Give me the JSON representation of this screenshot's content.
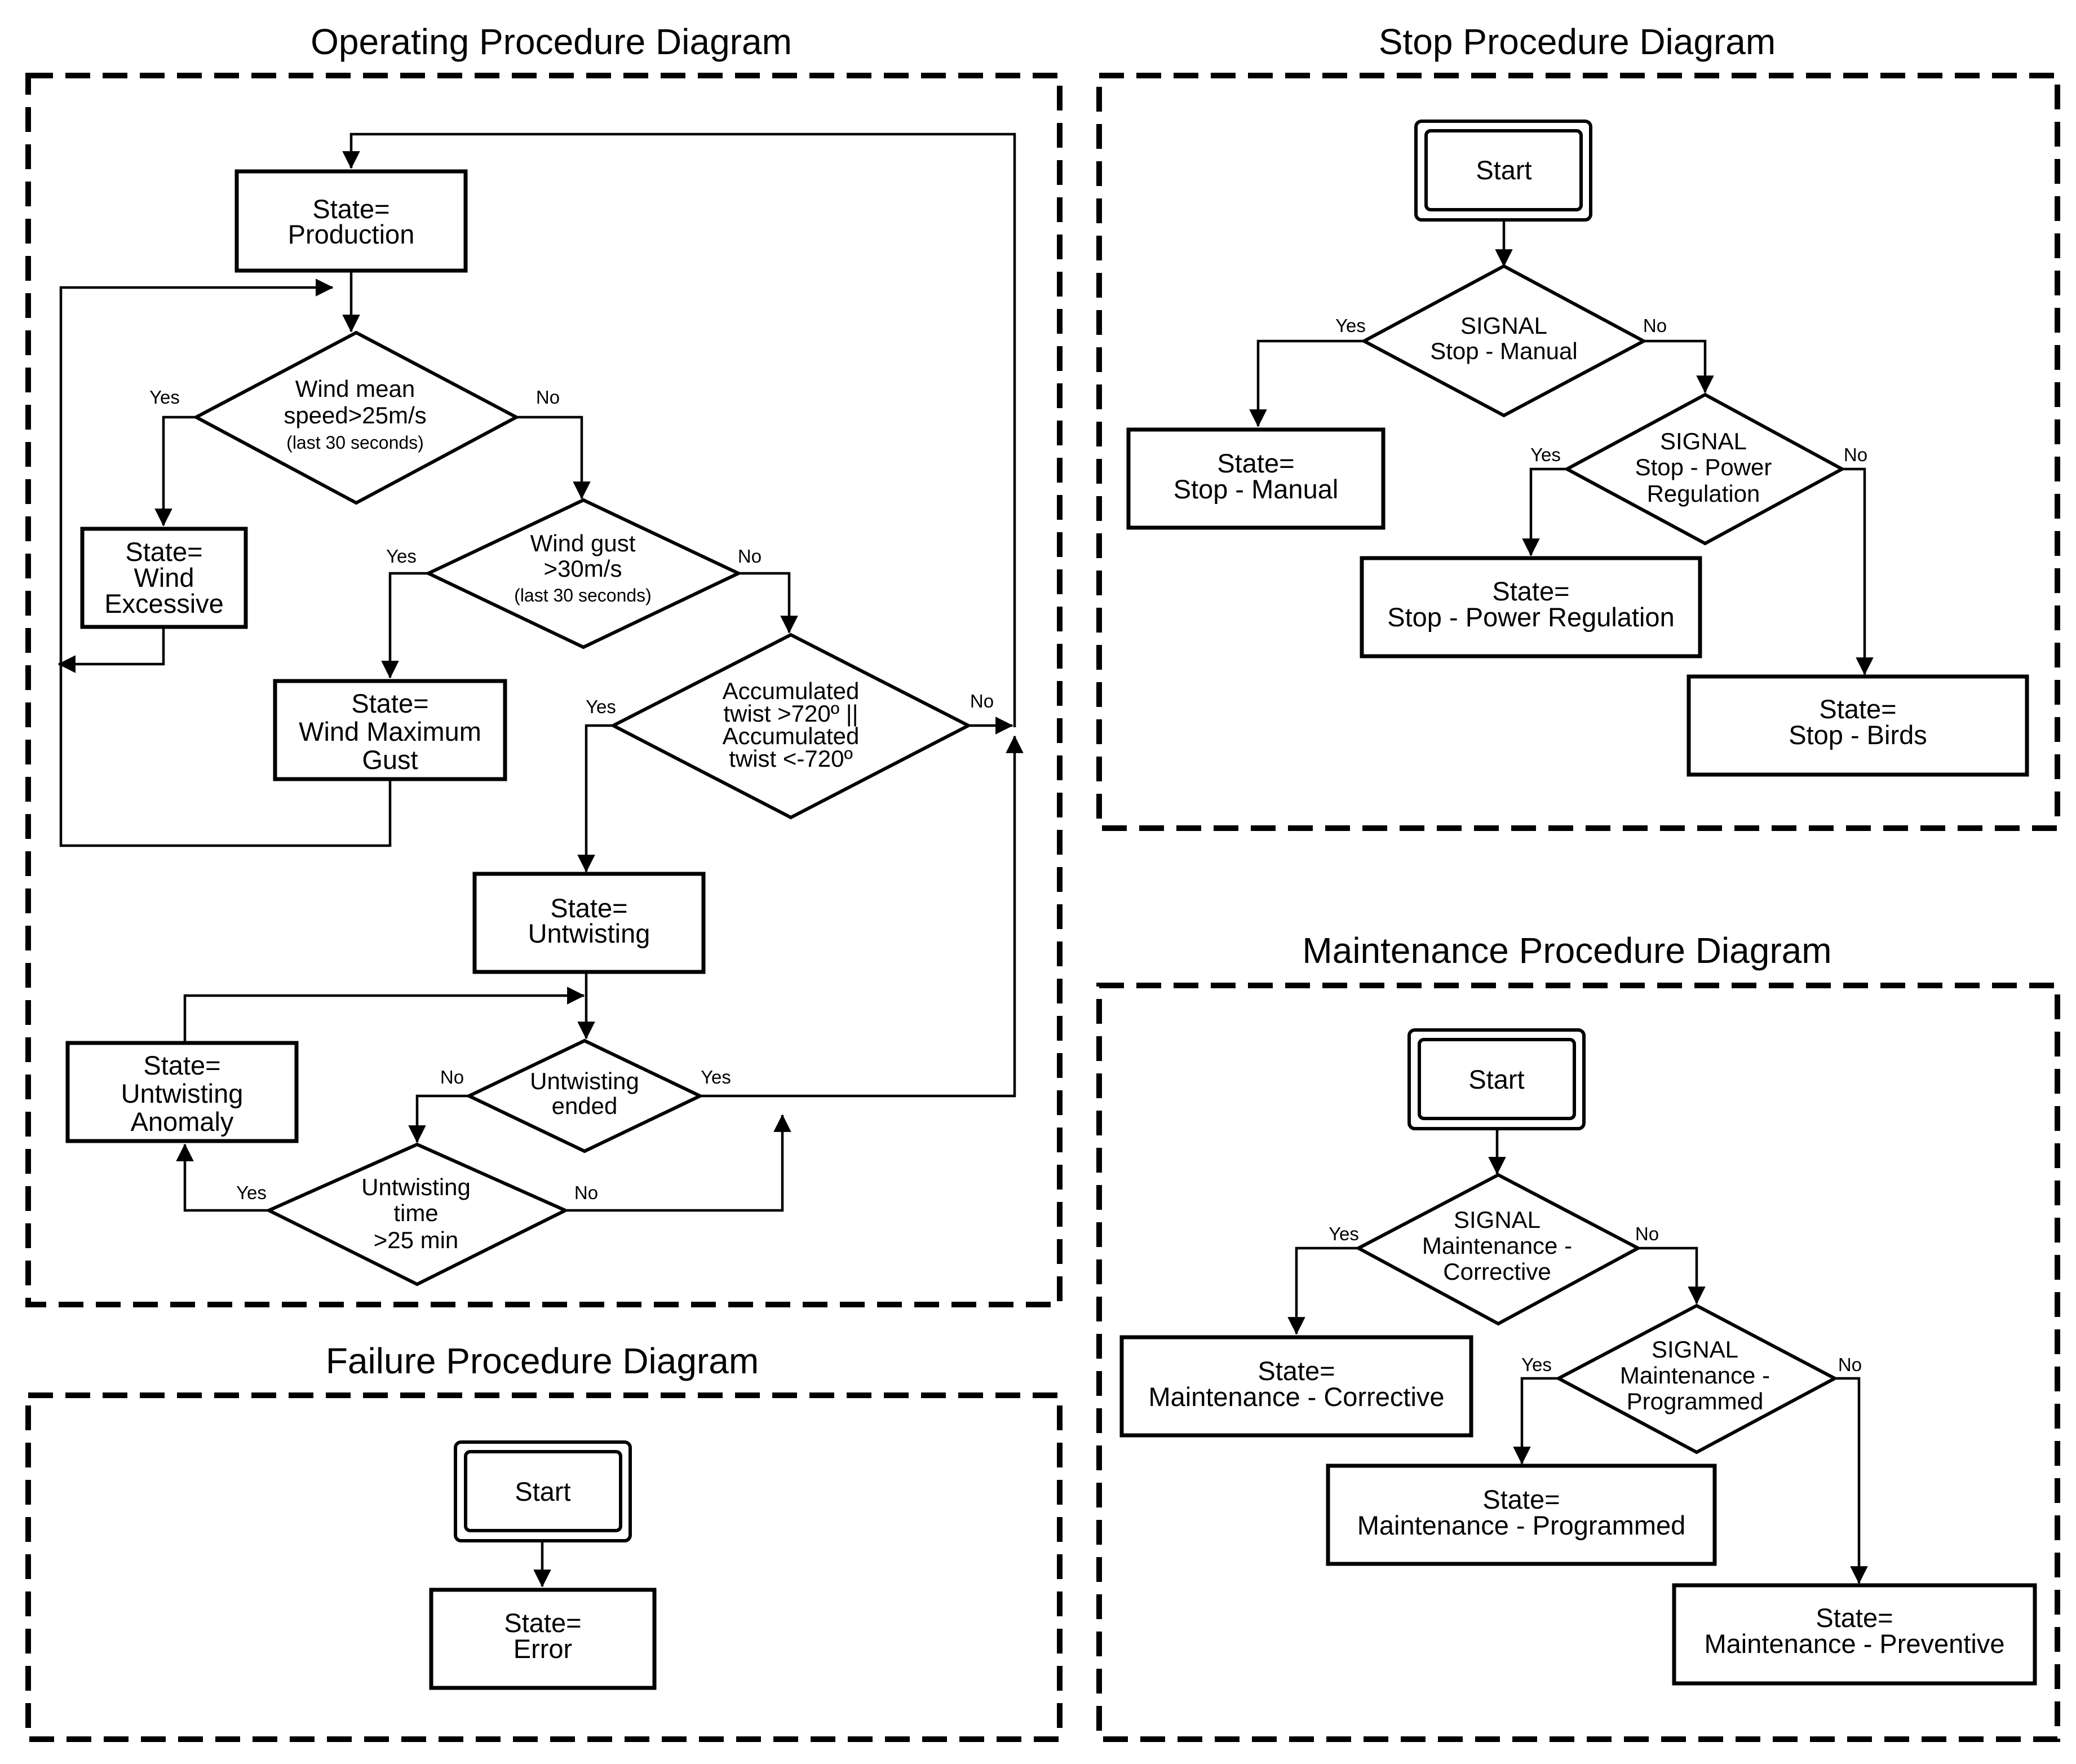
{
  "titles": {
    "operating": "Operating Procedure Diagram",
    "stop": "Stop Procedure Diagram",
    "failure": "Failure Procedure Diagram",
    "maintenance": "Maintenance Procedure Diagram"
  },
  "edge_labels": {
    "yes": "Yes",
    "no": "No"
  },
  "operating": {
    "production": [
      "State=",
      "Production"
    ],
    "wind_mean": [
      "Wind mean",
      "speed>25m/s",
      "(last 30 seconds)"
    ],
    "wind_excessive": [
      "State=",
      "Wind",
      "Excessive"
    ],
    "wind_gust": [
      "Wind gust",
      ">30m/s",
      "(last 30 seconds)"
    ],
    "wind_max_gust": [
      "State=",
      "Wind Maximum",
      "Gust"
    ],
    "twist": [
      "Accumulated",
      "twist >720º ||",
      "Accumulated",
      "twist <-720º"
    ],
    "untwisting": [
      "State=",
      "Untwisting"
    ],
    "untwisting_ended": [
      "Untwisting",
      "ended"
    ],
    "untwisting_anomaly": [
      "State=",
      "Untwisting",
      "Anomaly"
    ],
    "untwisting_time": [
      "Untwisting",
      "time",
      ">25 min"
    ]
  },
  "stop": {
    "start": "Start",
    "signal_manual": [
      "SIGNAL",
      "Stop - Manual"
    ],
    "state_manual": [
      "State=",
      "Stop - Manual"
    ],
    "signal_power": [
      "SIGNAL",
      "Stop - Power",
      "Regulation"
    ],
    "state_power": [
      "State=",
      "Stop - Power Regulation"
    ],
    "state_birds": [
      "State=",
      "Stop - Birds"
    ]
  },
  "failure": {
    "start": "Start",
    "state_error": [
      "State=",
      "Error"
    ]
  },
  "maintenance": {
    "start": "Start",
    "signal_corrective": [
      "SIGNAL",
      "Maintenance -",
      "Corrective"
    ],
    "state_corrective": [
      "State=",
      "Maintenance - Corrective"
    ],
    "signal_programmed": [
      "SIGNAL",
      "Maintenance -",
      "Programmed"
    ],
    "state_programmed": [
      "State=",
      "Maintenance - Programmed"
    ],
    "state_preventive": [
      "State=",
      "Maintenance - Preventive"
    ]
  }
}
